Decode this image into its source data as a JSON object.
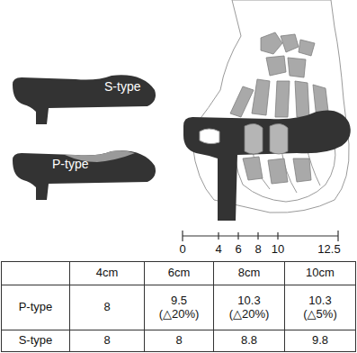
{
  "diagram": {
    "nodes": [
      {
        "text": [
          "S-type"
        ]
      },
      {
        "text": [
          "P-type"
        ]
      }
    ],
    "labels": [
      "0",
      "4",
      "6",
      "8",
      "10",
      "12.5",
      "4cm",
      "6cm",
      "8cm",
      "10cm",
      "P-type",
      "8",
      "9.5 (△20%)",
      "10.3 (△20%)",
      "10.3 (△5%)",
      "S-type",
      "8",
      "8",
      "8.8",
      "9.8"
    ]
  }
}
